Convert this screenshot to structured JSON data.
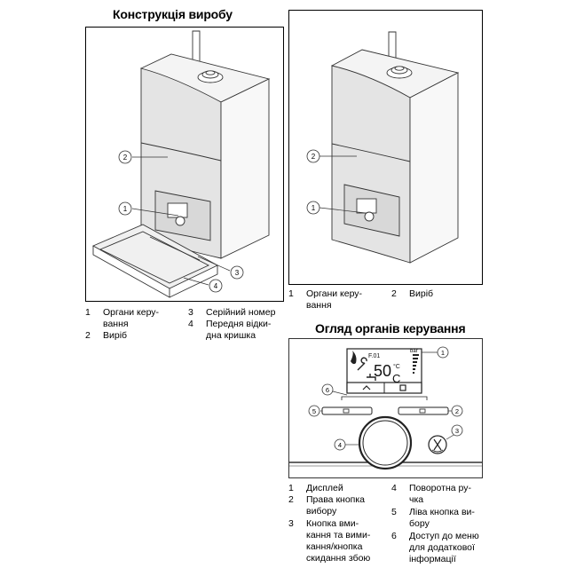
{
  "section_construction": {
    "title": "Конструкція виробу",
    "legend": [
      {
        "num": "1",
        "text": "Органи керу-\nвання"
      },
      {
        "num": "2",
        "text": "Виріб"
      },
      {
        "num": "3",
        "text": "Серійний номер"
      },
      {
        "num": "4",
        "text": "Передня відки-\nдна кришка"
      }
    ],
    "callouts": [
      "1",
      "2",
      "3",
      "4"
    ]
  },
  "section_closed": {
    "legend": [
      {
        "num": "1",
        "text": "Органи керу-\nвання"
      },
      {
        "num": "2",
        "text": "Виріб"
      }
    ],
    "callouts": [
      "1",
      "2"
    ]
  },
  "section_controls": {
    "title": "Огляд органів керування",
    "display": {
      "code": "F.01",
      "temperature": "50",
      "unit": "°C",
      "mode_letter": "C",
      "bar_label": "bar"
    },
    "callouts": [
      "1",
      "2",
      "3",
      "4",
      "5",
      "6"
    ],
    "legend": [
      {
        "num": "1",
        "text": "Дисплей"
      },
      {
        "num": "2",
        "text": "Права кнопка\nвибору"
      },
      {
        "num": "3",
        "text": "Кнопка вми-\nкання та вими-\nкання/кнопка\nскидання збою"
      },
      {
        "num": "4",
        "text": "Поворотна ру-\nчка"
      },
      {
        "num": "5",
        "text": "Ліва кнопка ви-\nбору"
      },
      {
        "num": "6",
        "text": "Доступ до меню\nдля додаткової\nінформації"
      }
    ]
  }
}
